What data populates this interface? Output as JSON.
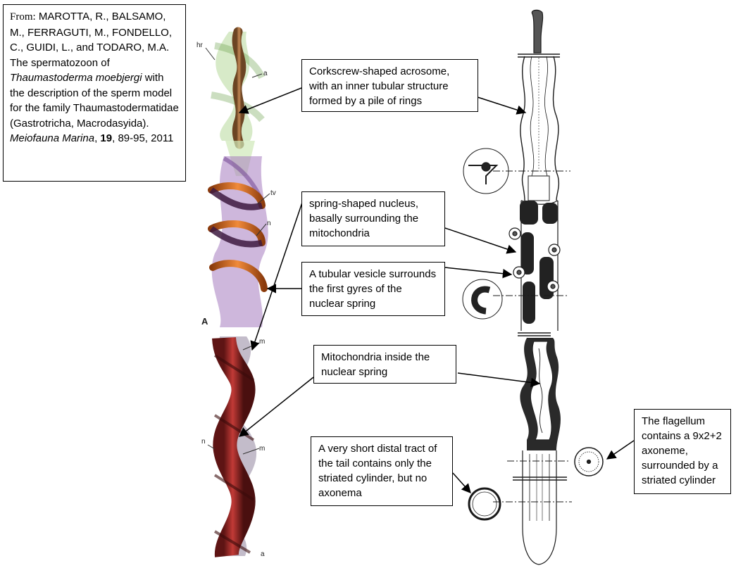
{
  "citation": {
    "from_label": "From:",
    "authors": " MAROTTA, R., BALSAMO, M., FERRAGUTI, M., FONDELLO, C., GUIDI, L., and TODARO, M.A.",
    "title_prefix": "The spermatozoon of ",
    "species": "Thaumastoderma moebjergi",
    "title_suffix": " with the description of the sperm model for the family Thaumastodermatidae (Gastrotricha, Macrodasyida).",
    "journal": "Meiofauna Marina",
    "volume": "19",
    "pages_year": ", 89-95, 2011"
  },
  "callouts": {
    "acrosome": "Corkscrew-shaped acrosome, with an inner tubular structure formed by a pile of rings",
    "nucleus": "spring-shaped nucleus, basally surrounding the mitochondria",
    "vesicle": "A tubular vesicle surrounds the first gyres of the nuclear spring",
    "mitochondria": "Mitochondria inside the nuclear spring",
    "distal_tract": "A very short distal tract of the tail contains only the striated cylinder, but no axonema",
    "flagellum": "The flagellum contains a 9x2+2 axoneme, surrounded by a striated cylinder"
  },
  "model_labels": {
    "hr": "hr",
    "a": "a",
    "tv": "tv",
    "n": "n",
    "panel": "A",
    "m": "m",
    "n2": "n",
    "m2": "m",
    "a2": "a"
  },
  "colors": {
    "acrosome": "#9b6a3c",
    "acrosome_halo": "#8fbf6a",
    "vesicle": "#e06a1c",
    "nucleus_violet": "#a57bc0",
    "mitochondria": "#b8302f",
    "drawing_dark": "#1a1a1a"
  }
}
